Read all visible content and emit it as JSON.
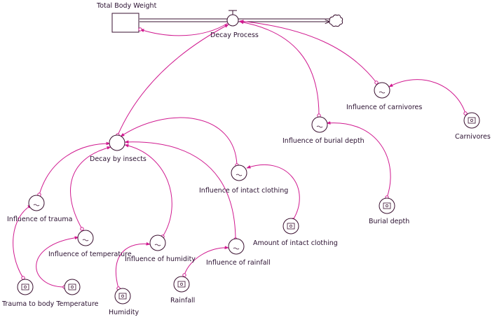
{
  "colors": {
    "link": "#d0198f",
    "node_stroke": "#3a1030",
    "text": "#2a1030"
  },
  "stock": {
    "label": "Total Body Weight",
    "icon": "stock-box"
  },
  "flow": {
    "label": "Decay Process",
    "icon": "valve-icon",
    "sink_icon": "cloud-icon"
  },
  "aux": {
    "decay_insects": "Decay by insects",
    "inf_trauma": "Influence of trauma",
    "inf_temperature": "Influence of temperature",
    "inf_humidity": "Influence of humidity",
    "inf_rainfall": "Influence of rainfall",
    "inf_clothing": "Influence of intact clothing",
    "inf_burial": "Influence of burial depth",
    "inf_carnivores": "Influence of carnivores"
  },
  "inputs": {
    "trauma_temp": "Trauma to body Temperature",
    "humidity": "Humidity",
    "rainfall": "Rainfall",
    "clothing_amount": "Amount of intact clothing",
    "burial_depth": "Burial depth",
    "carnivores": "Carnivores"
  }
}
